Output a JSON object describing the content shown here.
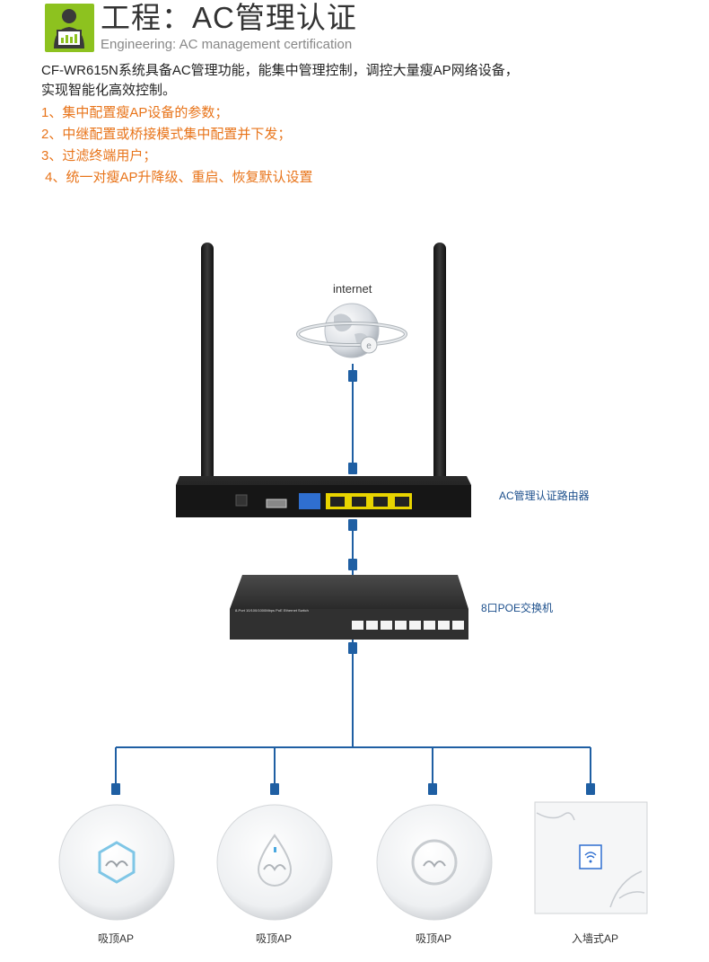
{
  "header": {
    "title": "工程：AC管理认证",
    "subtitle": "Engineering: AC management certification",
    "icon": "engineer-monitor-icon",
    "accent": "#8dc21f"
  },
  "description": {
    "line1": "CF-WR615N系统具备AC管理功能，能集中管理控制，调控大量瘦AP网络设备，",
    "line2": "实现智能化高效控制。"
  },
  "features": [
    "1、集中配置瘦AP设备的参数；",
    "2、中继配置或桥接模式集中配置并下发；",
    "3、过滤终端用户；",
    " 4、统一对瘦AP升降级、重启、恢复默认设置"
  ],
  "diagram": {
    "internet_label": "internet",
    "router_label": "AC管理认证路由器",
    "switch_label": "8口POE交换机",
    "switch_faceplate": "8-Port 10/100/1000Mbps PoE Ethernet Switch",
    "devices": [
      {
        "label": "吸顶AP"
      },
      {
        "label": "吸顶AP"
      },
      {
        "label": "吸顶AP"
      },
      {
        "label": "入墙式AP"
      }
    ],
    "line_color": "#1f5fa3"
  }
}
